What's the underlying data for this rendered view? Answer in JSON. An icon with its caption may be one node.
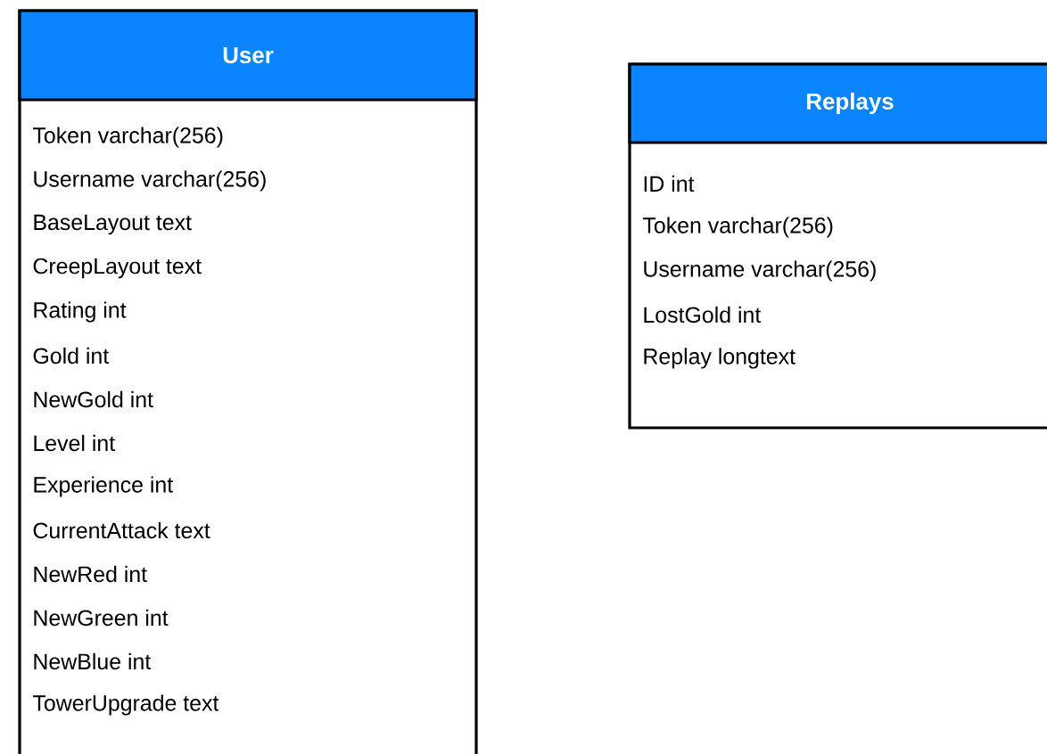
{
  "diagram": {
    "nodes": [
      {
        "text": [
          "User",
          "Token  varchar(256)",
          "Username  varchar(256)",
          "BaseLayout  text",
          "CreepLayout  text",
          "Rating  int",
          "Gold  int",
          "NewGold  int",
          "Level  int",
          "Experience  int",
          "CurrentAttack  text",
          "NewRed  int",
          "NewGreen  int",
          "NewBlue  int",
          "TowerUpgrade  text"
        ]
      },
      {
        "text": [
          "Replays",
          "ID  int",
          "Token  varchar(256)",
          "Username  varchar(256)",
          "LostGold  int",
          "Replay  longtext"
        ]
      }
    ]
  }
}
